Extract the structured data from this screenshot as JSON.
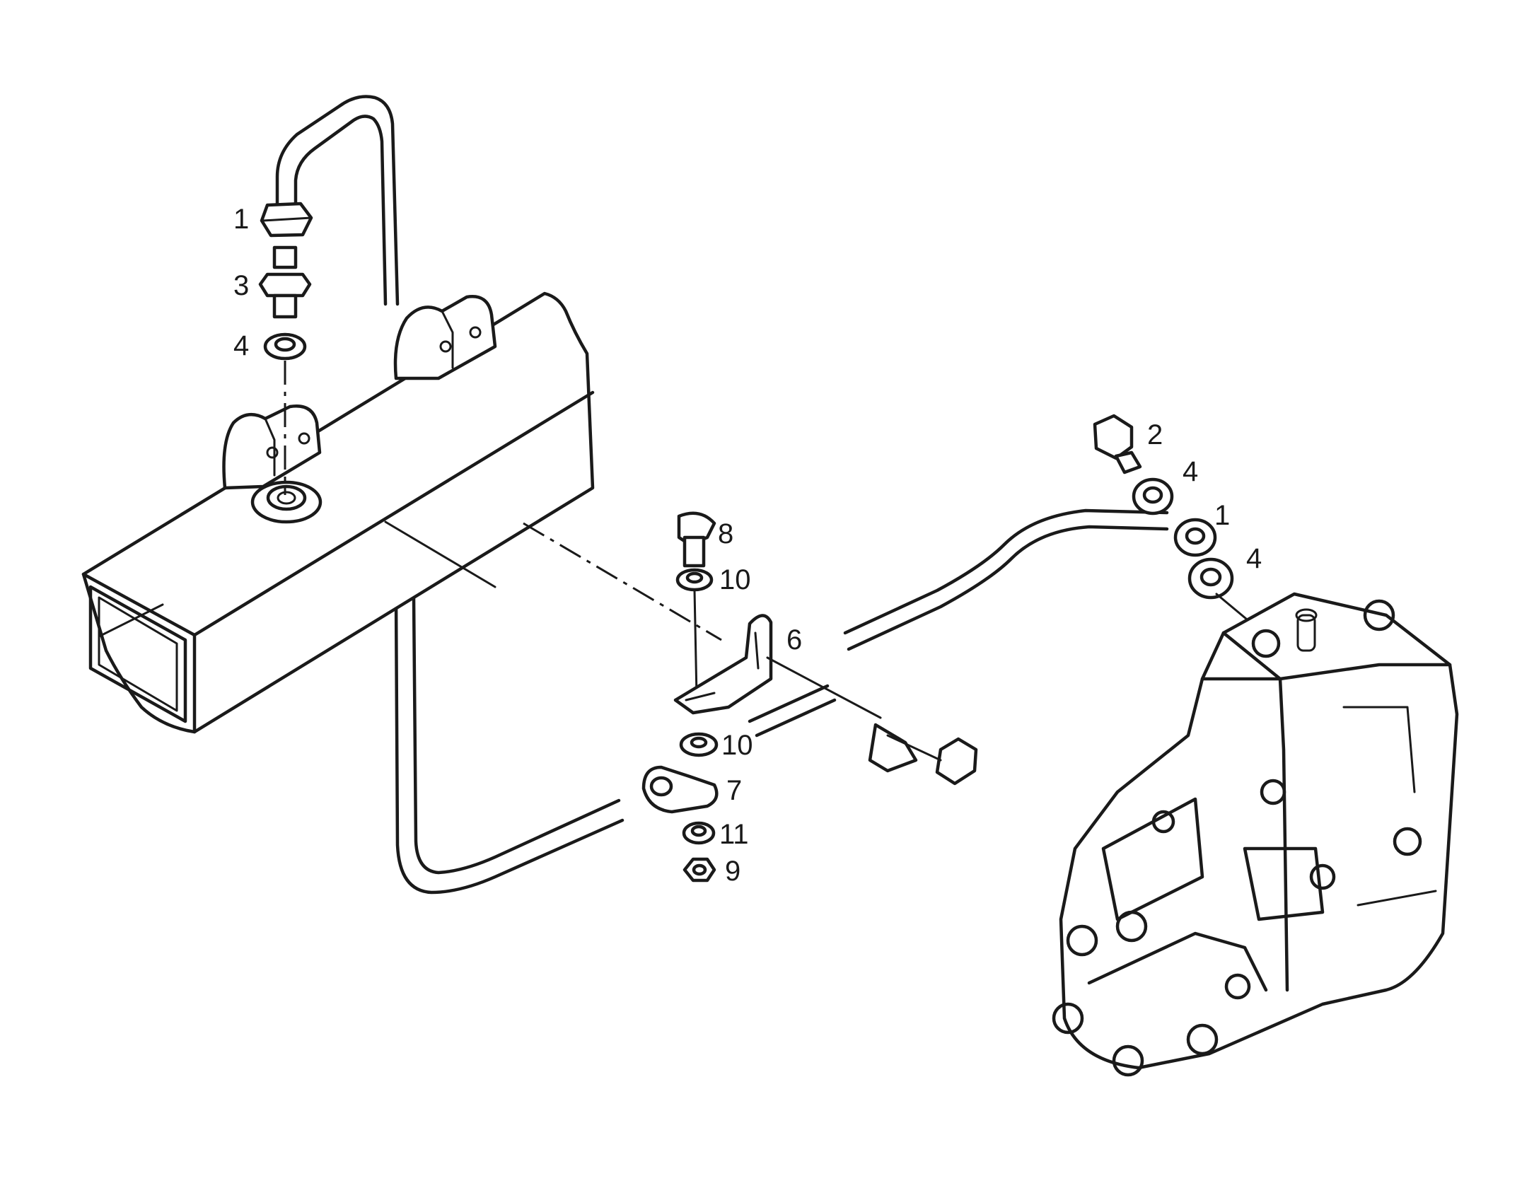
{
  "diagram": {
    "callouts": [
      {
        "id": "c1a",
        "text": "1"
      },
      {
        "id": "c3",
        "text": "3"
      },
      {
        "id": "c4a",
        "text": "4"
      },
      {
        "id": "c2",
        "text": "2"
      },
      {
        "id": "c4b",
        "text": "4"
      },
      {
        "id": "c1b",
        "text": "1"
      },
      {
        "id": "c4c",
        "text": "4"
      },
      {
        "id": "c8",
        "text": "8"
      },
      {
        "id": "c10a",
        "text": "10"
      },
      {
        "id": "c6",
        "text": "6"
      },
      {
        "id": "c10b",
        "text": "10"
      },
      {
        "id": "c7",
        "text": "7"
      },
      {
        "id": "c11",
        "text": "11"
      },
      {
        "id": "c9",
        "text": "9"
      }
    ]
  }
}
